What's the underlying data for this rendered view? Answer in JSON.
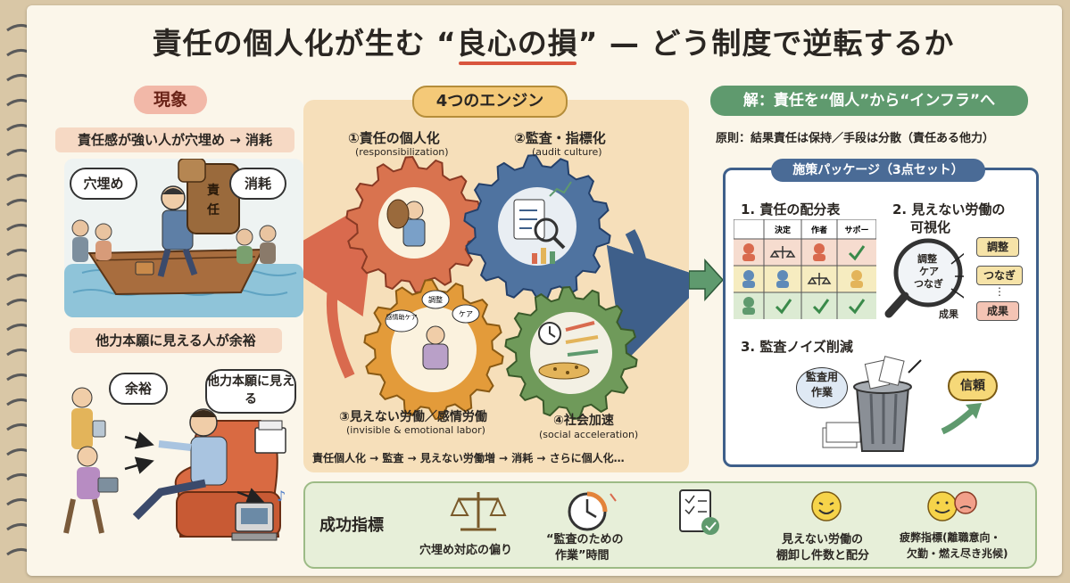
{
  "title": {
    "before": "責任の個人化が生む “",
    "highlight": "良心の損",
    "after": "” — どう制度で逆転するか"
  },
  "phenomenon": {
    "label": "現象",
    "caption1": "責任感が強い人が穴埋め → 消耗",
    "bubble_left": "穴埋め",
    "bubble_right": "消耗",
    "backpack_text": "責任",
    "caption2": "他力本願に見える人が余裕",
    "bubble_yoyu": "余裕",
    "bubble_tariki": "他力本願に見える"
  },
  "engines": {
    "label": "4つのエンジン",
    "e1": {
      "title": "①責任の個人化",
      "sub": "(responsibilization)"
    },
    "e2": {
      "title": "②監査・指標化",
      "sub": "(audit culture)"
    },
    "e3": {
      "title": "③見えない労働／感情労働",
      "sub": "(invisible & emotional labor)"
    },
    "e4": {
      "title": "④社会加速",
      "sub": "(social acceleration)"
    },
    "gear3_bubbles": [
      "感情助ケア",
      "調整",
      "ケア"
    ],
    "loop": "責任個人化 → 監査 → 見えない労働増 → 消耗 → さらに個人化…"
  },
  "solution": {
    "label": "解：責任を“個人”から“インフラ”へ",
    "principle": "原則：結果責任は保持／手段は分散（責任ある他力）",
    "package_label": "施策パッケージ（3点セット）",
    "item1": {
      "title": "1. 責任の配分表",
      "headers": [
        "決定",
        "作者",
        "サポー"
      ]
    },
    "item2": {
      "title_line1": "2. 見えない労働の",
      "title_line2": "可視化",
      "lens_lines": [
        "調整",
        "ケア",
        "つなぎ"
      ],
      "tags": [
        "調整",
        "つなぎ",
        "⋮",
        "成果"
      ],
      "result_label": "成果"
    },
    "item3": {
      "title": "3. 監査ノイズ削減",
      "bubble_line1": "監査用",
      "bubble_line2": "作業",
      "trust": "信頼"
    }
  },
  "metrics": {
    "label": "成功指標",
    "items": [
      {
        "line1": "",
        "line2": "穴埋め対応の偏り"
      },
      {
        "line1": "“監査のための",
        "line2": "作業”時間"
      },
      {
        "line1": "",
        "line2": ""
      },
      {
        "line1": "見えない労働の",
        "line2": "棚卸し件数と配分"
      },
      {
        "line1": "疲弊指標(離職意向・",
        "line2": "欠勤・燃え尽き兆候)"
      }
    ]
  },
  "colors": {
    "accent_red": "#d9553e",
    "engine_bg": "#f6dfba",
    "solution_green": "#5f9a6e",
    "panel_border": "#3e5f8a",
    "metrics_bg": "#e7efd9"
  }
}
